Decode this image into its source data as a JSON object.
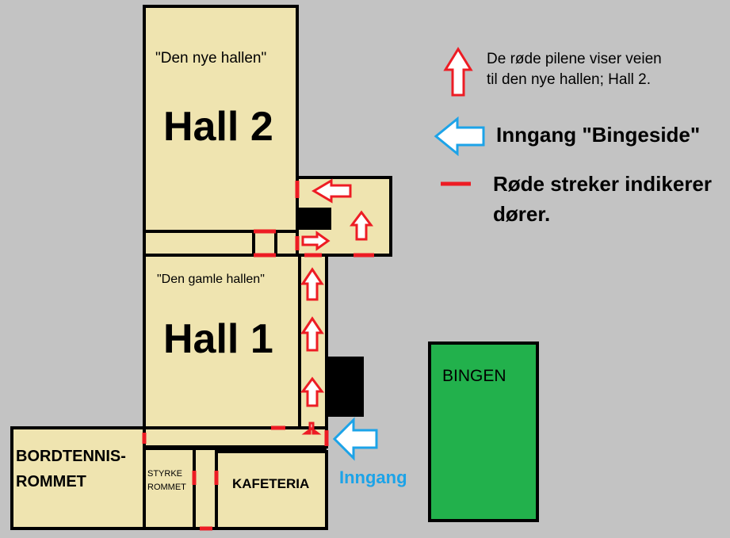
{
  "colors": {
    "background": "#c3c3c3",
    "room_fill": "#efe4b0",
    "wall": "#000000",
    "door": "#ed1c24",
    "route_arrow": "#ed1c24",
    "entrance_arrow": "#1ca3e8",
    "bingen_fill": "#22b14c"
  },
  "rooms": {
    "hall2": {
      "nickname": "\"Den nye hallen\"",
      "name": "Hall 2"
    },
    "hall1": {
      "nickname": "\"Den gamle hallen\"",
      "name": "Hall 1"
    },
    "bordtennis": {
      "line1": "BORDTENNIS-",
      "line2": "ROMMET"
    },
    "styrke": {
      "line1": "STYRKE",
      "line2": "ROMMET"
    },
    "kafeteria": {
      "name": "KAFETERIA"
    },
    "bingen": {
      "name": "BINGEN"
    }
  },
  "entrance": {
    "label": "Inngang"
  },
  "legend": {
    "route": {
      "line1": "De røde pilene viser veien",
      "line2": "til den nye hallen; Hall 2.",
      "icon": "up-arrow-icon"
    },
    "entrance": {
      "text": "Inngang \"Bingeside\"",
      "icon": "left-arrow-icon"
    },
    "doors": {
      "line1": "Røde streker indikerer",
      "line2": "dører.",
      "icon": "red-dash-icon"
    }
  }
}
